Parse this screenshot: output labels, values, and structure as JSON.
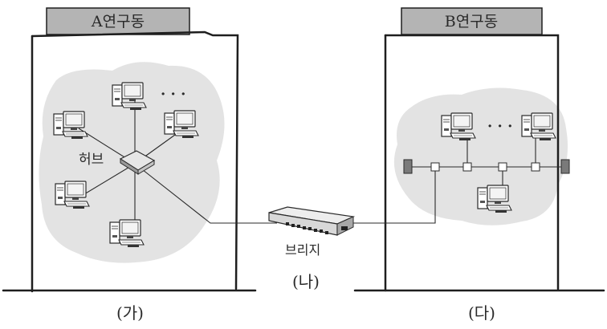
{
  "buildings": {
    "a": {
      "label": "A연구동"
    },
    "b": {
      "label": "B연구동"
    }
  },
  "devices": {
    "hub_label": "허브",
    "bridge_label": "브리지"
  },
  "markers": {
    "ga": "(가)",
    "na": "(나)",
    "da": "(다)"
  },
  "ellipsis_a": "·  ·  ·",
  "ellipsis_b": "· · ·",
  "colors": {
    "wall": "#1e1e1e",
    "roof_fill": "#b4b4b4",
    "cloud_fill": "#e3e3e3",
    "line": "#2a2a2a"
  },
  "icons": {
    "computer": "desktop-computer-icon",
    "hub": "hub-icon",
    "bridge": "bridge-icon",
    "terminator": "bus-terminator-icon",
    "tap": "bus-tap-icon"
  }
}
